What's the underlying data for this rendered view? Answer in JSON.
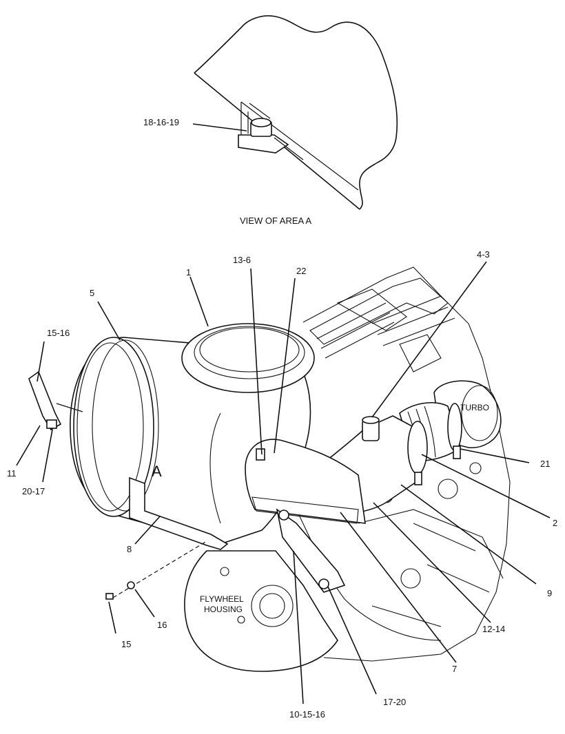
{
  "view": {
    "caption": "VIEW OF AREA A",
    "callout": "18-16-19"
  },
  "main": {
    "area_letter": "A",
    "turbo_label": "TURBO",
    "flywheel_label_line1": "FLYWHEEL",
    "flywheel_label_line2": "HOUSING"
  },
  "callouts": {
    "c1": "1",
    "c2": "2",
    "c4_3": "4-3",
    "c5": "5",
    "c7": "7",
    "c8": "8",
    "c9": "9",
    "c10_15_16": "10-15-16",
    "c11": "11",
    "c12_14": "12-14",
    "c13_6": "13-6",
    "c15": "15",
    "c15_16": "15-16",
    "c16": "16",
    "c17_20": "17-20",
    "c20_17": "20-17",
    "c21": "21",
    "c22": "22"
  }
}
